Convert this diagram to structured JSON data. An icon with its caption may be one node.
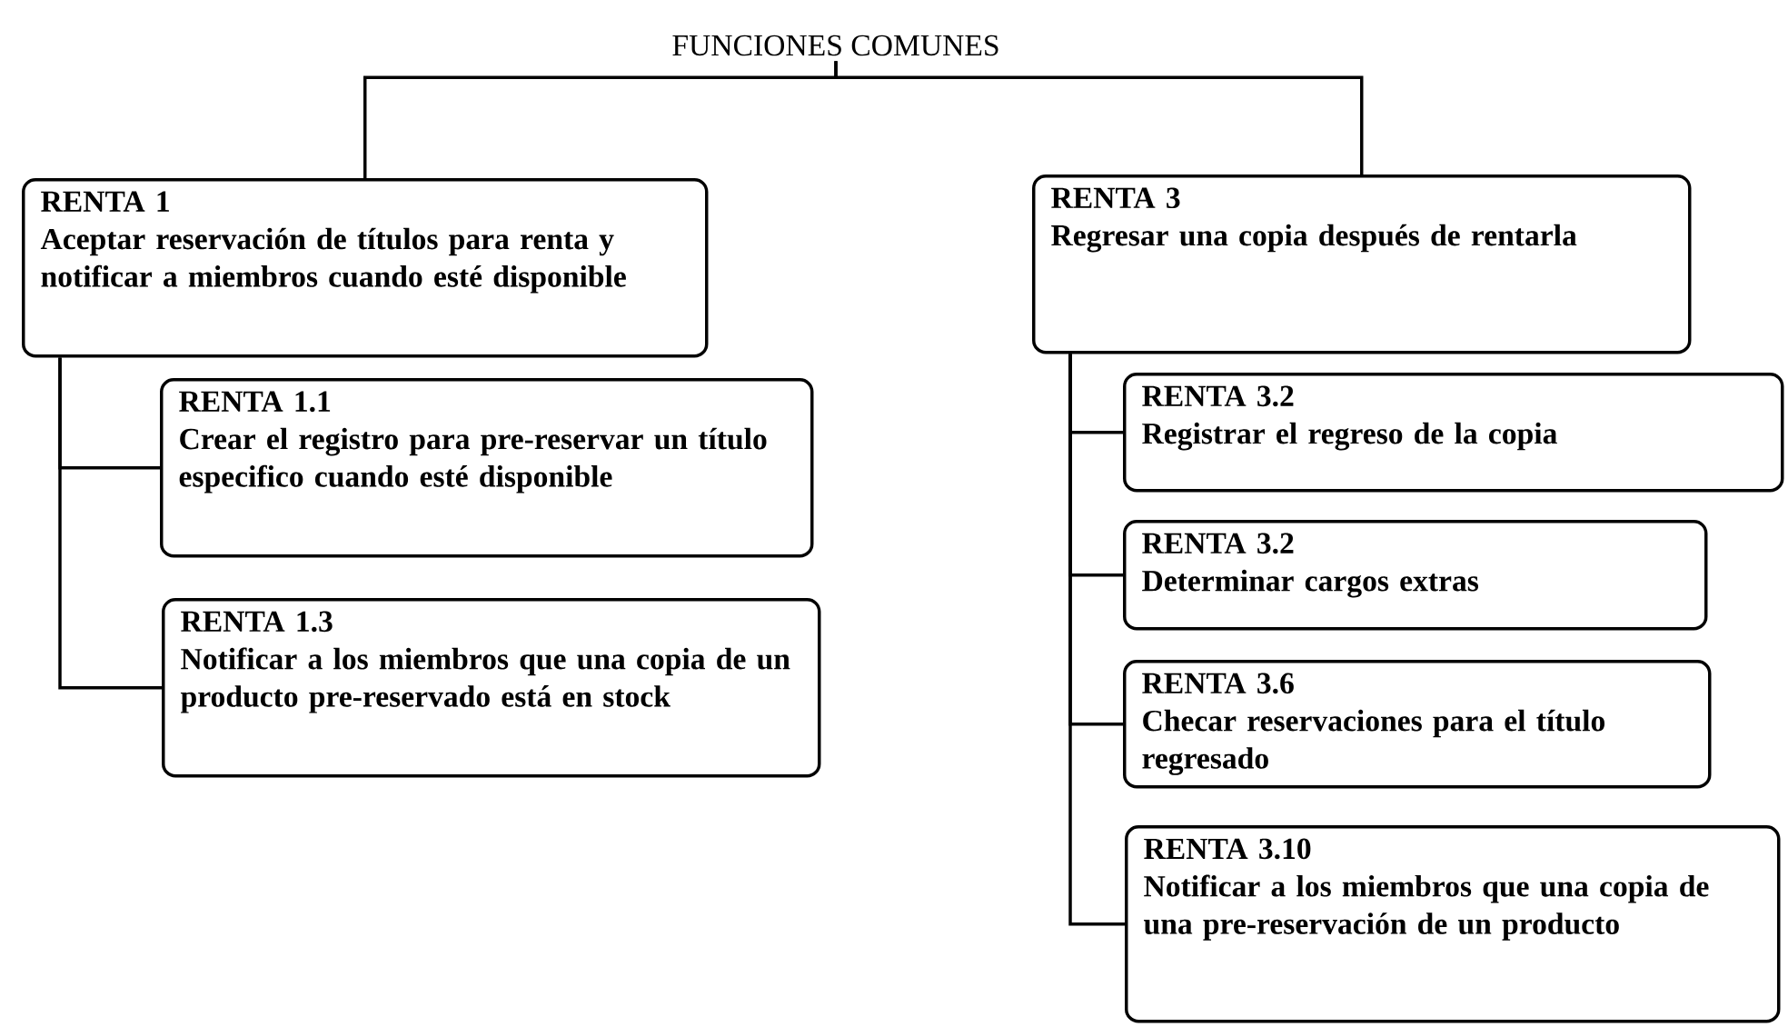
{
  "diagram": {
    "nodes": [
      {
        "text": [
          "FUNCIONES COMUNES"
        ]
      },
      {
        "text": [
          "RENTA 1",
          "Aceptar reservación de títulos para renta y notificar a miembros  cuando esté disponible"
        ]
      },
      {
        "text": [
          "RENTA 1.1",
          "Crear el registro para pre-reservar un título especifico cuando esté disponible"
        ]
      },
      {
        "text": [
          "RENTA 1.3",
          "Notificar a los miembros que una copia de un producto pre-reservado está en stock"
        ]
      },
      {
        "text": [
          "RENTA 3",
          "Regresar una copia después de rentarla"
        ]
      },
      {
        "text": [
          "RENTA 3.2",
          "Registrar el regreso de la copia"
        ]
      },
      {
        "text": [
          "RENTA 3.2",
          "Determinar cargos extras"
        ]
      },
      {
        "text": [
          "RENTA 3.6",
          "Checar reservaciones para el título regresado"
        ]
      },
      {
        "text": [
          "RENTA 3.10",
          "Notificar a los miembros que una copia de una pre-reservación de un producto"
        ]
      }
    ],
    "edges": [
      {
        "from": 0,
        "to": 1,
        "arrow": "none"
      },
      {
        "from": 0,
        "to": 4,
        "arrow": "none"
      },
      {
        "from": 1,
        "to": 2,
        "arrow": "none"
      },
      {
        "from": 1,
        "to": 3,
        "arrow": "none"
      },
      {
        "from": 4,
        "to": 5,
        "arrow": "none"
      },
      {
        "from": 4,
        "to": 6,
        "arrow": "none"
      },
      {
        "from": 4,
        "to": 7,
        "arrow": "none"
      },
      {
        "from": 4,
        "to": 8,
        "arrow": "none"
      }
    ]
  }
}
